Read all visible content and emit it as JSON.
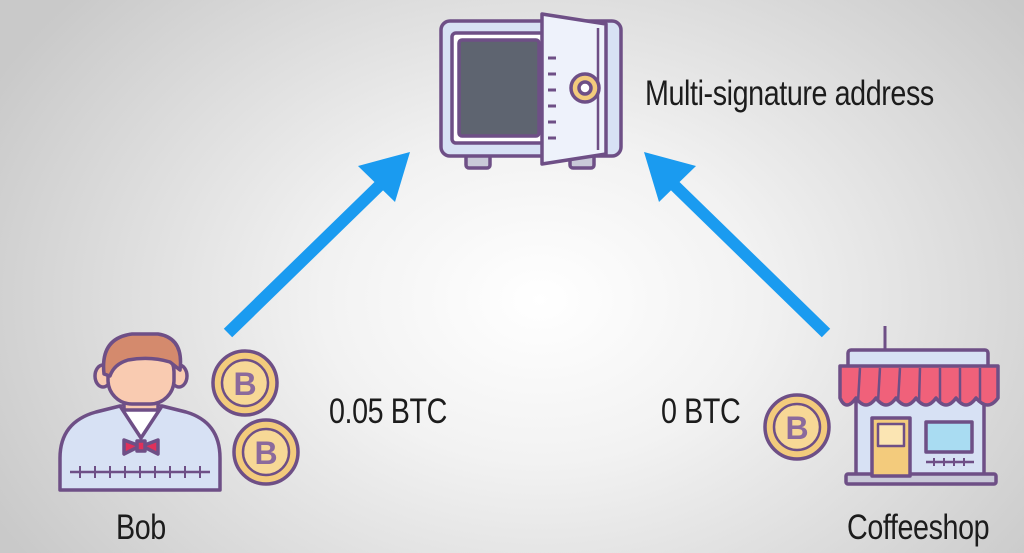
{
  "labels": {
    "vault": "Multi-signature address",
    "sender_amount": "0.05 BTC",
    "receiver_amount": "0 BTC",
    "sender": "Bob",
    "receiver": "Coffeeshop"
  },
  "coin_symbol": "B",
  "icons": {
    "vault": "safe-icon",
    "sender": "man-bowtie-icon",
    "receiver": "shop-icon",
    "coin": "bitcoin-coin-icon",
    "arrow": "arrow-up-icon"
  },
  "colors": {
    "arrow": "#1a9bf0",
    "outline": "#6e4f86",
    "coin": "#f3cb7c",
    "awning": "#f0617a",
    "vault_body": "#d7e1f4",
    "vault_screen": "#5e6470"
  }
}
